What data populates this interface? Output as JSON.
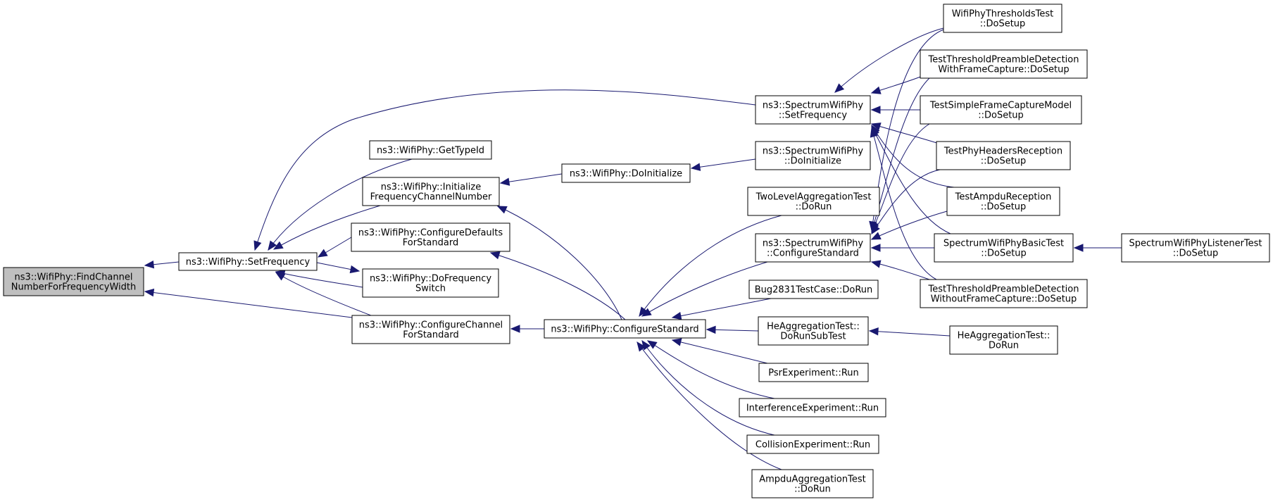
{
  "nodes": [
    {
      "id": "root",
      "lines": [
        "ns3::WifiPhy::FindChannel",
        "NumberForFrequencyWidth"
      ],
      "root": true
    },
    {
      "id": "setfreq",
      "lines": [
        "ns3::WifiPhy::SetFrequency"
      ]
    },
    {
      "id": "spectrumsetfreq",
      "lines": [
        "ns3::SpectrumWifiPhy",
        "::SetFrequency"
      ]
    },
    {
      "id": "gettypeid",
      "lines": [
        "ns3::WifiPhy::GetTypeId"
      ]
    },
    {
      "id": "initfreq",
      "lines": [
        "ns3::WifiPhy::Initialize",
        "FrequencyChannelNumber"
      ]
    },
    {
      "id": "configdefaults",
      "lines": [
        "ns3::WifiPhy::ConfigureDefaults",
        "ForStandard"
      ]
    },
    {
      "id": "dofreqswitch",
      "lines": [
        "ns3::WifiPhy::DoFrequency",
        "Switch"
      ]
    },
    {
      "id": "configchannel",
      "lines": [
        "ns3::WifiPhy::ConfigureChannel",
        "ForStandard"
      ]
    },
    {
      "id": "doinit",
      "lines": [
        "ns3::WifiPhy::DoInitialize"
      ]
    },
    {
      "id": "spectrumdoinit",
      "lines": [
        "ns3::SpectrumWifiPhy",
        "::DoInitialize"
      ]
    },
    {
      "id": "configstd",
      "lines": [
        "ns3::WifiPhy::ConfigureStandard"
      ]
    },
    {
      "id": "twolevel",
      "lines": [
        "TwoLevelAggregationTest",
        "::DoRun"
      ]
    },
    {
      "id": "spectrumconfigstd",
      "lines": [
        "ns3::SpectrumWifiPhy",
        "::ConfigureStandard"
      ]
    },
    {
      "id": "bug2831",
      "lines": [
        "Bug2831TestCase::DoRun"
      ]
    },
    {
      "id": "heaggsub",
      "lines": [
        "HeAggregationTest::",
        "DoRunSubTest"
      ]
    },
    {
      "id": "psr",
      "lines": [
        "PsrExperiment::Run"
      ]
    },
    {
      "id": "interference",
      "lines": [
        "InterferenceExperiment::Run"
      ]
    },
    {
      "id": "collision",
      "lines": [
        "CollisionExperiment::Run"
      ]
    },
    {
      "id": "ampduagg",
      "lines": [
        "AmpduAggregationTest",
        "::DoRun"
      ]
    },
    {
      "id": "thresholds",
      "lines": [
        "WifiPhyThresholdsTest",
        "::DoSetup"
      ]
    },
    {
      "id": "preamblewith",
      "lines": [
        "TestThresholdPreambleDetection",
        "WithFrameCapture::DoSetup"
      ]
    },
    {
      "id": "simplecapture",
      "lines": [
        "TestSimpleFrameCaptureModel",
        "::DoSetup"
      ]
    },
    {
      "id": "phyheaders",
      "lines": [
        "TestPhyHeadersReception",
        "::DoSetup"
      ]
    },
    {
      "id": "ampdureception",
      "lines": [
        "TestAmpduReception",
        "::DoSetup"
      ]
    },
    {
      "id": "spectrumbasic",
      "lines": [
        "SpectrumWifiPhyBasicTest",
        "::DoSetup"
      ]
    },
    {
      "id": "preamblewithout",
      "lines": [
        "TestThresholdPreambleDetection",
        "WithoutFrameCapture::DoSetup"
      ]
    },
    {
      "id": "heagg",
      "lines": [
        "HeAggregationTest::",
        "DoRun"
      ]
    },
    {
      "id": "listener",
      "lines": [
        "SpectrumWifiPhyListenerTest",
        "::DoSetup"
      ]
    }
  ]
}
